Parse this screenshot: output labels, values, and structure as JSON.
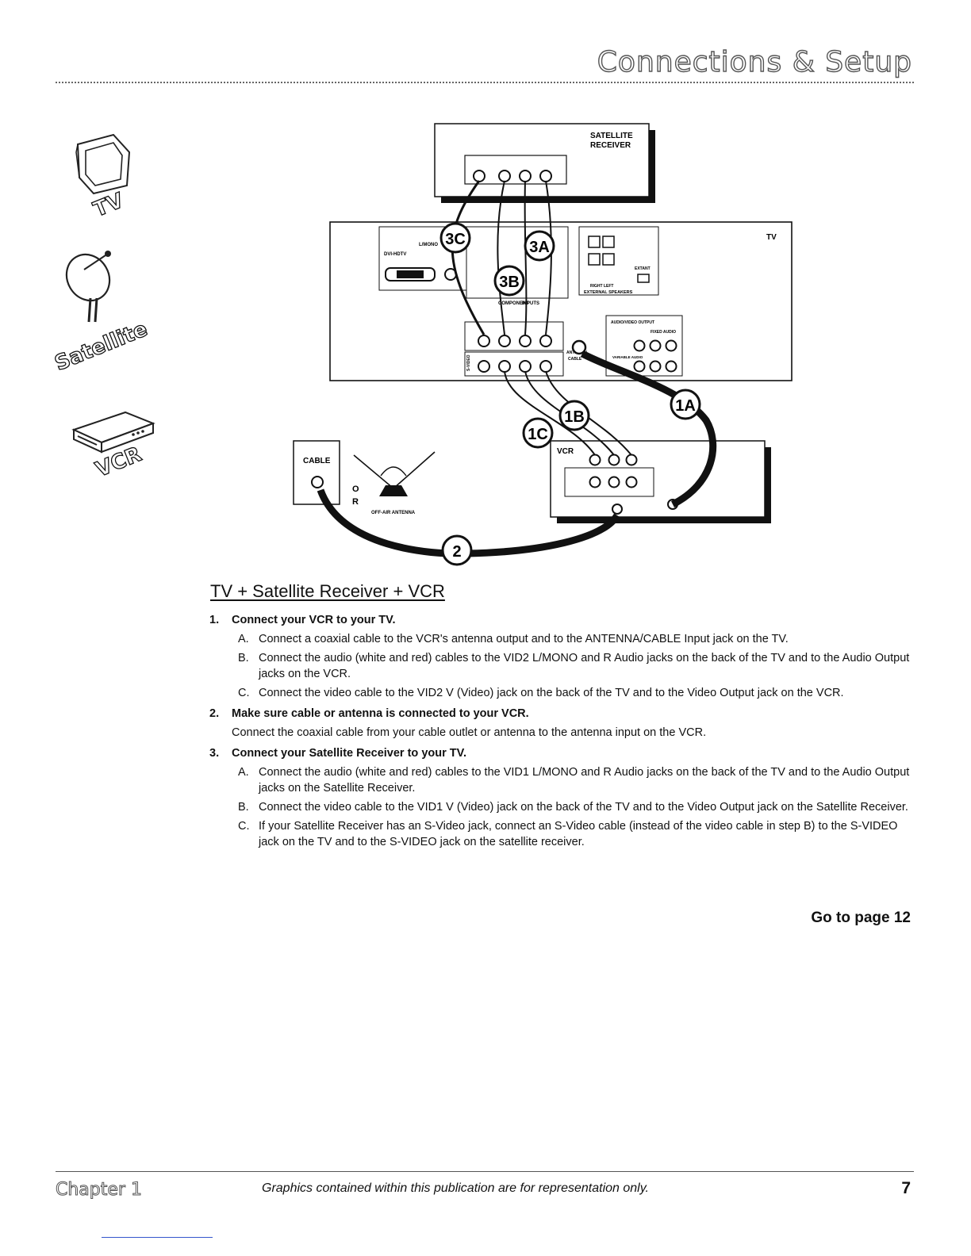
{
  "header": {
    "title": "Connections & Setup"
  },
  "sidebar": {
    "items": [
      {
        "label": "TV",
        "icon": "tv-icon"
      },
      {
        "label": "Satellite",
        "icon": "satellite-dish-icon"
      },
      {
        "label": "VCR",
        "icon": "vcr-icon"
      }
    ]
  },
  "diagram": {
    "satellite_receiver": "SATELLITE RECEIVER",
    "tv": "TV",
    "cable": "CABLE",
    "or": [
      "O",
      "R"
    ],
    "antenna": "OFF-AIR ANTENNA",
    "vcr": "VCR",
    "tv_panel_labels": [
      "DVI-HDTV",
      "L/MONO",
      "EXTANT",
      "RIGHT   LEFT",
      "EXTERNAL SPEAKERS",
      "AUDIO/VIDEO OUTPUT",
      "FIXED AUDIO",
      "VARIABLE AUDIO",
      "ANTENNA/",
      "CABLE",
      "COMPONENT",
      "INPUTS",
      "S-VIDEO"
    ],
    "callouts": [
      "3C",
      "3A",
      "3B",
      "1B",
      "1A",
      "1C",
      "2"
    ]
  },
  "section": {
    "title": "TV + Satellite Receiver + VCR",
    "steps": [
      {
        "num": "1.",
        "title": "Connect your VCR to your TV.",
        "subs": [
          {
            "letter": "A.",
            "text": "Connect a coaxial cable to the VCR's antenna output and to the ANTENNA/CABLE Input jack on the TV."
          },
          {
            "letter": "B.",
            "text": "Connect the audio (white and red) cables to the VID2 L/MONO and R Audio jacks on the back of the TV and to the Audio Output jacks on the VCR."
          },
          {
            "letter": "C.",
            "text": "Connect the video cable to the VID2 V (Video) jack on the back of the TV and to the Video Output jack on the VCR."
          }
        ]
      },
      {
        "num": "2.",
        "title": "Make sure cable or antenna is connected to your VCR.",
        "body": "Connect the coaxial cable from your cable outlet or antenna to the antenna input on the VCR."
      },
      {
        "num": "3.",
        "title": "Connect your Satellite Receiver to your TV.",
        "subs": [
          {
            "letter": "A.",
            "text": "Connect the audio (white and red) cables to the VID1 L/MONO and R Audio jacks on the back of the TV and to the Audio Output jacks on the Satellite Receiver."
          },
          {
            "letter": "B.",
            "text": "Connect the video cable to the VID1 V (Video) jack on the back of the TV and to the Video Output jack on the Satellite Receiver."
          },
          {
            "letter": "C.",
            "text": "If your Satellite Receiver has an S-Video jack, connect an S-Video cable (instead of the video cable in step B) to the S-VIDEO jack on the TV and to the S-VIDEO jack on the satellite receiver."
          }
        ]
      }
    ],
    "goto": "Go to page 12"
  },
  "footer": {
    "chapter": "Chapter 1",
    "note": "Graphics contained within this publication are for representation only.",
    "page": "7"
  }
}
